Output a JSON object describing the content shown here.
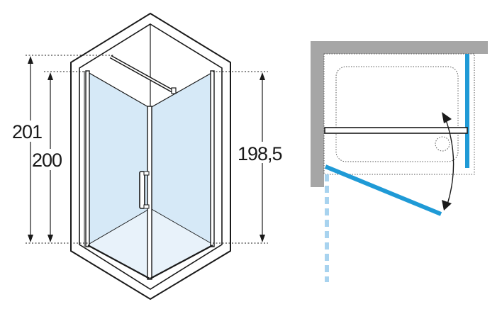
{
  "dimensions": {
    "total_height": "201",
    "enclosure_height": "200",
    "door_height": "198,5"
  },
  "colors": {
    "glass": "#d6e9f7",
    "glass_floor": "#e8f2fa",
    "line": "#1a1a1a",
    "wall": "#a6a6a6",
    "door_blue": "#1f9ad6",
    "swing_path": "#a8d3ef"
  }
}
